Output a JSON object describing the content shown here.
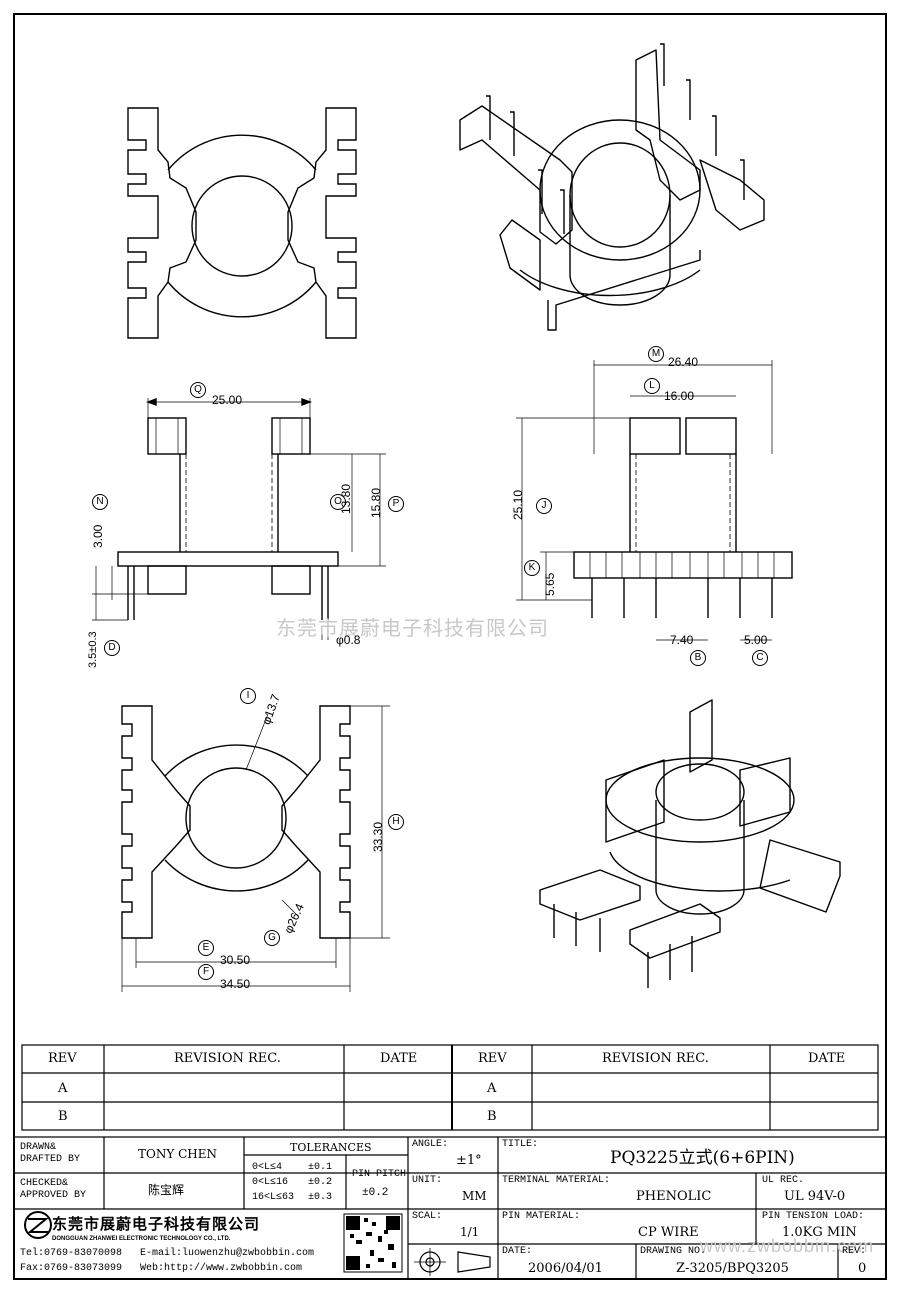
{
  "title": "PQ3225立式(6+6PIN)",
  "watermark_cn": "东莞市展蔚电子科技有限公司",
  "watermark_url": "www.zwbobbin.com",
  "dimensions": {
    "M": {
      "letter": "M",
      "value": "26.40"
    },
    "L": {
      "letter": "L",
      "value": "16.00"
    },
    "Q": {
      "letter": "Q",
      "value": "25.00"
    },
    "O": {
      "letter": "O",
      "value": "13.80"
    },
    "P": {
      "letter": "P",
      "value": "15.80"
    },
    "N": {
      "letter": "N",
      "value": "3.00"
    },
    "D": {
      "letter": "D",
      "value": "3.5±0.3"
    },
    "pin": {
      "value": "φ0.8"
    },
    "J": {
      "letter": "J",
      "value": "25.10"
    },
    "K": {
      "letter": "K",
      "value": "5.65"
    },
    "B": {
      "letter": "B",
      "value": "7.40"
    },
    "C": {
      "letter": "C",
      "value": "5.00"
    },
    "I": {
      "letter": "I",
      "value": "φ13.7"
    },
    "H": {
      "letter": "H",
      "value": "33.30"
    },
    "G": {
      "letter": "G",
      "value": "φ26.4"
    },
    "E": {
      "letter": "E",
      "value": "30.50"
    },
    "F": {
      "letter": "F",
      "value": "34.50"
    }
  },
  "revision": {
    "headers": [
      "REV",
      "REVISION REC.",
      "DATE",
      "REV",
      "REVISION REC.",
      "DATE"
    ],
    "rows": [
      "A",
      "B"
    ]
  },
  "titleblock": {
    "drawn_label": "DRAWN&\nDRAFTED BY",
    "drawn_value": "TONY CHEN",
    "checked_label": "CHECKED&\nAPPROVED BY",
    "checked_value": "陈宝辉",
    "tolerances_label": "TOLERANCES",
    "tol_ranges": [
      "0<L≤4",
      "0<L≤16",
      "16<L≤63"
    ],
    "tol_values": [
      "±0.1",
      "±0.2",
      "±0.3"
    ],
    "pin_pitch_label": "PIN PITCH",
    "pin_pitch_value": "±0.2",
    "angle_label": "ANGLE:",
    "angle_value": "±1°",
    "unit_label": "UNIT:",
    "unit_value": "MM",
    "scale_label": "SCAL:",
    "scale_value": "1/1",
    "title_label": "TITLE:",
    "terminal_label": "TERMINAL MATERIAL:",
    "terminal_value": "PHENOLIC",
    "ul_label": "UL REC.",
    "ul_value": "UL 94V-0",
    "pin_material_label": "PIN MATERIAL:",
    "pin_material_value": "CP WIRE",
    "tension_label": "PIN TENSION LOAD:",
    "tension_value": "1.0KG MIN",
    "date_label": "DATE:",
    "date_value": "2006/04/01",
    "drawing_label": "DRAWING NO.",
    "drawing_value": "Z-3205/BPQ3205",
    "rev_label": "REV:",
    "rev_value": "0",
    "company_cn": "东莞市展蔚电子科技有限公司",
    "company_en": "DONGGUAN ZHANWEI ELECTRONIC TECHNOLOGY CO., LTD.",
    "tel": "Tel:0769-83070098",
    "email": "E-mail:luowenzhu@zwbobbin.com",
    "fax": "Fax:0769-83073099",
    "web": "Web:http://www.zwbobbin.com"
  }
}
